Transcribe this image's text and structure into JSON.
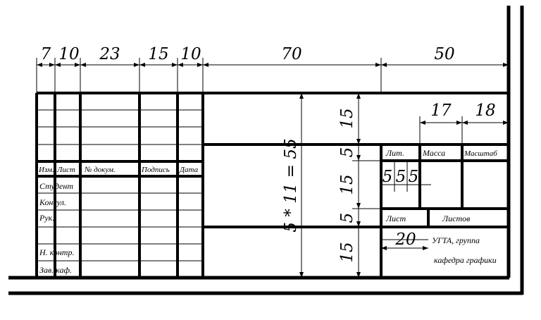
{
  "dimensions": {
    "top": [
      "7",
      "10",
      "23",
      "15",
      "10",
      "70",
      "50"
    ],
    "right_upper": [
      "17",
      "18"
    ],
    "vertical_upper": "15",
    "vertical_mid_small_a": "5",
    "vertical_mid": "15",
    "vertical_mid_small_b": "5",
    "vertical_lower": "15",
    "vertical_formula": "5 * 11 = 55",
    "small_cells": [
      "5",
      "5",
      "5"
    ],
    "list_width": "20"
  },
  "labels": {
    "izm": "Изм.",
    "list_col": "Лист",
    "doc_num": "№ докум.",
    "signature": "Подпись",
    "date": "Дата",
    "rows": [
      "Студент",
      "Консул.",
      "Рук.",
      "",
      "Н. контр.",
      "Зав. каф."
    ],
    "lit": "Лит.",
    "mass": "Масса",
    "scale": "Масштаб",
    "sheet": "Лист",
    "sheets": "Листов",
    "org_line1": "УГТА,  группа",
    "org_line2": "кафедра  графики"
  }
}
